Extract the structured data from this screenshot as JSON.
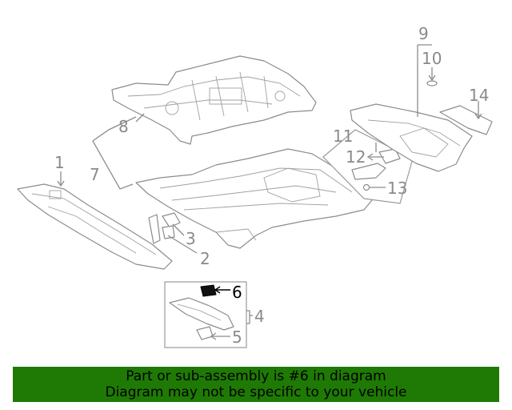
{
  "diagram": {
    "highlight_color": "#000000",
    "callout_color": "#8a8a8a",
    "callouts": [
      "1",
      "2",
      "3",
      "4",
      "5",
      "6",
      "7",
      "8",
      "9",
      "10",
      "11",
      "12",
      "13",
      "14"
    ],
    "highlighted_part": "6"
  },
  "banner": {
    "background": "#1f7a05",
    "line1": "Part or sub-assembly is #6 in diagram",
    "line2": "Diagram may not be specific to your vehicle"
  }
}
